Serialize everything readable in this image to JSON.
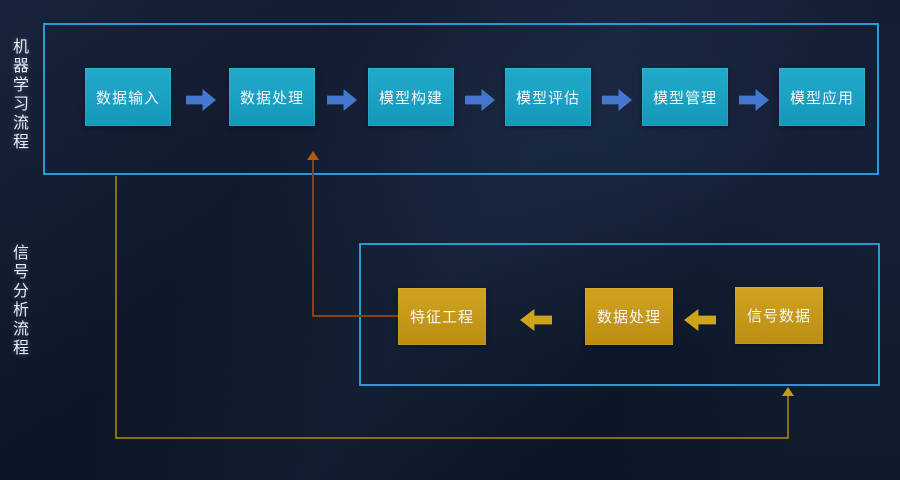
{
  "ml_flow": {
    "title": "机器学习流程",
    "nodes": [
      {
        "label": "数据输入"
      },
      {
        "label": "数据处理"
      },
      {
        "label": "模型构建"
      },
      {
        "label": "模型评估"
      },
      {
        "label": "模型管理"
      },
      {
        "label": "模型应用"
      }
    ],
    "node_color": "#1b9fc0",
    "arrow_color": "#4577d1",
    "frame_color": "#2a98d1"
  },
  "signal_flow": {
    "title": "信号分析流程",
    "nodes": [
      {
        "label": "特征工程"
      },
      {
        "label": "数据处理"
      },
      {
        "label": "信号数据"
      }
    ],
    "node_color": "#c79a1b",
    "arrow_color": "#cfa41d",
    "frame_color": "#2a98d1"
  },
  "connectors": [
    {
      "from": "特征工程",
      "to": "数据处理",
      "color": "#8a4110"
    },
    {
      "from": "数据输入",
      "to": "信号分析流程",
      "color": "#8a6d14"
    }
  ],
  "background_color": "#101a2c"
}
